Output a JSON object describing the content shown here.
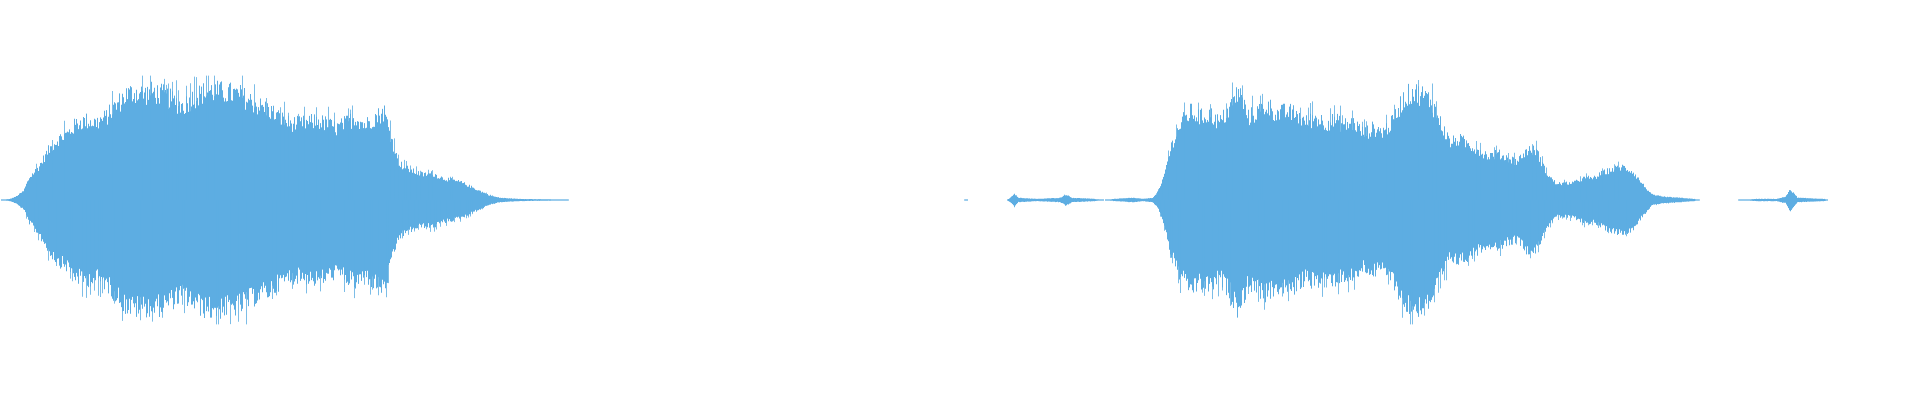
{
  "waveform": {
    "color": "#5dade2",
    "background": "#ffffff",
    "amplitude_range": [
      -1,
      1
    ],
    "time_range": [
      0,
      1
    ],
    "envelope": [
      [
        0.0,
        0.0
      ],
      [
        0.005,
        0.01
      ],
      [
        0.008,
        0.03
      ],
      [
        0.012,
        0.08
      ],
      [
        0.015,
        0.2
      ],
      [
        0.02,
        0.3
      ],
      [
        0.025,
        0.45
      ],
      [
        0.03,
        0.55
      ],
      [
        0.035,
        0.6
      ],
      [
        0.04,
        0.7
      ],
      [
        0.045,
        0.72
      ],
      [
        0.05,
        0.7
      ],
      [
        0.055,
        0.75
      ],
      [
        0.06,
        0.85
      ],
      [
        0.065,
        0.95
      ],
      [
        0.07,
        0.98
      ],
      [
        0.075,
        0.96
      ],
      [
        0.08,
        0.98
      ],
      [
        0.085,
        0.95
      ],
      [
        0.09,
        0.9
      ],
      [
        0.095,
        0.85
      ],
      [
        0.1,
        0.92
      ],
      [
        0.105,
        0.97
      ],
      [
        0.11,
        0.99
      ],
      [
        0.115,
        0.98
      ],
      [
        0.12,
        0.97
      ],
      [
        0.125,
        0.95
      ],
      [
        0.13,
        0.9
      ],
      [
        0.135,
        0.85
      ],
      [
        0.14,
        0.82
      ],
      [
        0.145,
        0.75
      ],
      [
        0.15,
        0.7
      ],
      [
        0.155,
        0.69
      ],
      [
        0.16,
        0.7
      ],
      [
        0.165,
        0.72
      ],
      [
        0.17,
        0.69
      ],
      [
        0.175,
        0.65
      ],
      [
        0.18,
        0.7
      ],
      [
        0.185,
        0.75
      ],
      [
        0.19,
        0.68
      ],
      [
        0.195,
        0.75
      ],
      [
        0.2,
        0.8
      ],
      [
        0.203,
        0.6
      ],
      [
        0.207,
        0.35
      ],
      [
        0.21,
        0.3
      ],
      [
        0.215,
        0.26
      ],
      [
        0.22,
        0.23
      ],
      [
        0.225,
        0.24
      ],
      [
        0.23,
        0.2
      ],
      [
        0.235,
        0.18
      ],
      [
        0.24,
        0.16
      ],
      [
        0.245,
        0.12
      ],
      [
        0.25,
        0.08
      ],
      [
        0.255,
        0.04
      ],
      [
        0.26,
        0.02
      ],
      [
        0.27,
        0.01
      ],
      [
        0.29,
        0.005
      ],
      [
        0.296,
        0.0
      ],
      [
        0.502,
        0.0
      ],
      [
        0.503,
        0.005
      ],
      [
        0.504,
        0.0
      ],
      [
        0.524,
        0.0
      ],
      [
        0.526,
        0.02
      ],
      [
        0.528,
        0.06
      ],
      [
        0.53,
        0.02
      ],
      [
        0.54,
        0.01
      ],
      [
        0.552,
        0.02
      ],
      [
        0.555,
        0.05
      ],
      [
        0.558,
        0.02
      ],
      [
        0.57,
        0.01
      ],
      [
        0.575,
        0.0
      ],
      [
        0.58,
        0.01
      ],
      [
        0.59,
        0.02
      ],
      [
        0.595,
        0.01
      ],
      [
        0.6,
        0.02
      ],
      [
        0.602,
        0.05
      ],
      [
        0.605,
        0.15
      ],
      [
        0.61,
        0.5
      ],
      [
        0.615,
        0.7
      ],
      [
        0.62,
        0.8
      ],
      [
        0.625,
        0.75
      ],
      [
        0.63,
        0.78
      ],
      [
        0.635,
        0.7
      ],
      [
        0.64,
        0.82
      ],
      [
        0.645,
        0.99
      ],
      [
        0.65,
        0.75
      ],
      [
        0.655,
        0.8
      ],
      [
        0.66,
        0.86
      ],
      [
        0.665,
        0.78
      ],
      [
        0.67,
        0.8
      ],
      [
        0.675,
        0.78
      ],
      [
        0.68,
        0.7
      ],
      [
        0.685,
        0.75
      ],
      [
        0.69,
        0.7
      ],
      [
        0.695,
        0.72
      ],
      [
        0.7,
        0.68
      ],
      [
        0.705,
        0.7
      ],
      [
        0.71,
        0.6
      ],
      [
        0.715,
        0.65
      ],
      [
        0.72,
        0.62
      ],
      [
        0.725,
        0.7
      ],
      [
        0.73,
        0.9
      ],
      [
        0.735,
        0.98
      ],
      [
        0.74,
        0.96
      ],
      [
        0.745,
        0.9
      ],
      [
        0.75,
        0.7
      ],
      [
        0.755,
        0.52
      ],
      [
        0.76,
        0.55
      ],
      [
        0.765,
        0.5
      ],
      [
        0.77,
        0.45
      ],
      [
        0.775,
        0.4
      ],
      [
        0.78,
        0.42
      ],
      [
        0.785,
        0.38
      ],
      [
        0.79,
        0.35
      ],
      [
        0.795,
        0.45
      ],
      [
        0.8,
        0.45
      ],
      [
        0.805,
        0.25
      ],
      [
        0.81,
        0.15
      ],
      [
        0.815,
        0.15
      ],
      [
        0.82,
        0.16
      ],
      [
        0.825,
        0.2
      ],
      [
        0.83,
        0.2
      ],
      [
        0.835,
        0.25
      ],
      [
        0.84,
        0.28
      ],
      [
        0.845,
        0.3
      ],
      [
        0.85,
        0.26
      ],
      [
        0.855,
        0.15
      ],
      [
        0.86,
        0.05
      ],
      [
        0.865,
        0.03
      ],
      [
        0.875,
        0.02
      ],
      [
        0.882,
        0.01
      ],
      [
        0.885,
        0.0
      ],
      [
        0.905,
        0.0
      ],
      [
        0.915,
        0.01
      ],
      [
        0.925,
        0.01
      ],
      [
        0.93,
        0.03
      ],
      [
        0.932,
        0.1
      ],
      [
        0.934,
        0.06
      ],
      [
        0.936,
        0.02
      ],
      [
        0.95,
        0.01
      ],
      [
        0.952,
        0.0
      ],
      [
        1.0,
        0.0
      ]
    ]
  }
}
